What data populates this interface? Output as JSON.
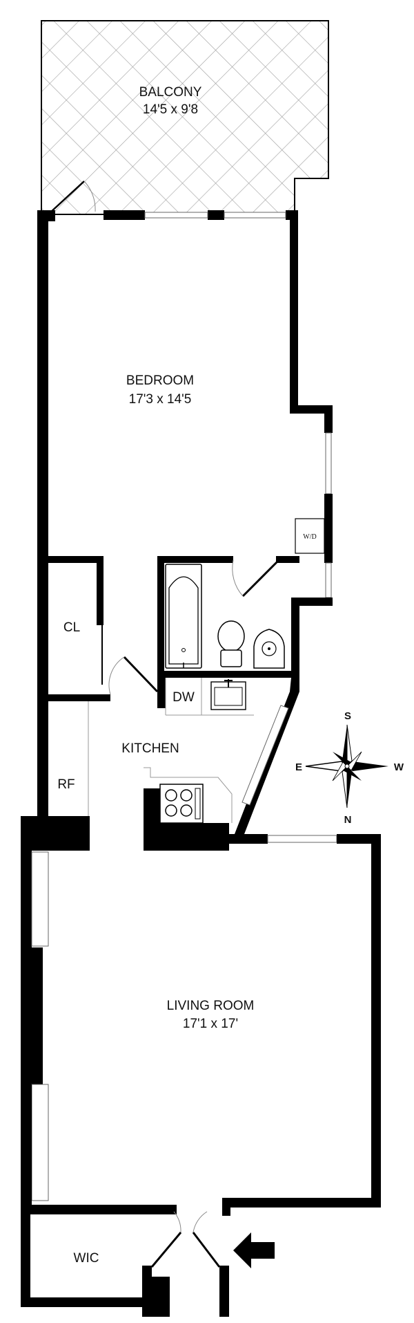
{
  "rooms": {
    "balcony": {
      "name": "BALCONY",
      "dimensions": "14'5 x 9'8"
    },
    "bedroom": {
      "name": "BEDROOM",
      "dimensions": "17'3 x 14'5"
    },
    "living_room": {
      "name": "LIVING ROOM",
      "dimensions": "17'1 x 17'"
    },
    "kitchen": {
      "name": "KITCHEN"
    },
    "closet": {
      "name": "CL"
    },
    "walk_in_closet": {
      "name": "WIC"
    }
  },
  "fixtures": {
    "dishwasher": "DW",
    "refrigerator": "RF",
    "washer_dryer": "W/D"
  },
  "compass": {
    "north": "N",
    "south": "S",
    "east": "E",
    "west": "W"
  },
  "colors": {
    "wall": "#000000",
    "balcony_pattern": "#9a9a9a",
    "window": "#ffffff"
  },
  "icons": [
    "compass-rose-icon",
    "entrance-arrow-icon",
    "bathtub-icon",
    "toilet-icon",
    "bath-sink-icon",
    "kitchen-sink-icon",
    "stove-icon"
  ]
}
